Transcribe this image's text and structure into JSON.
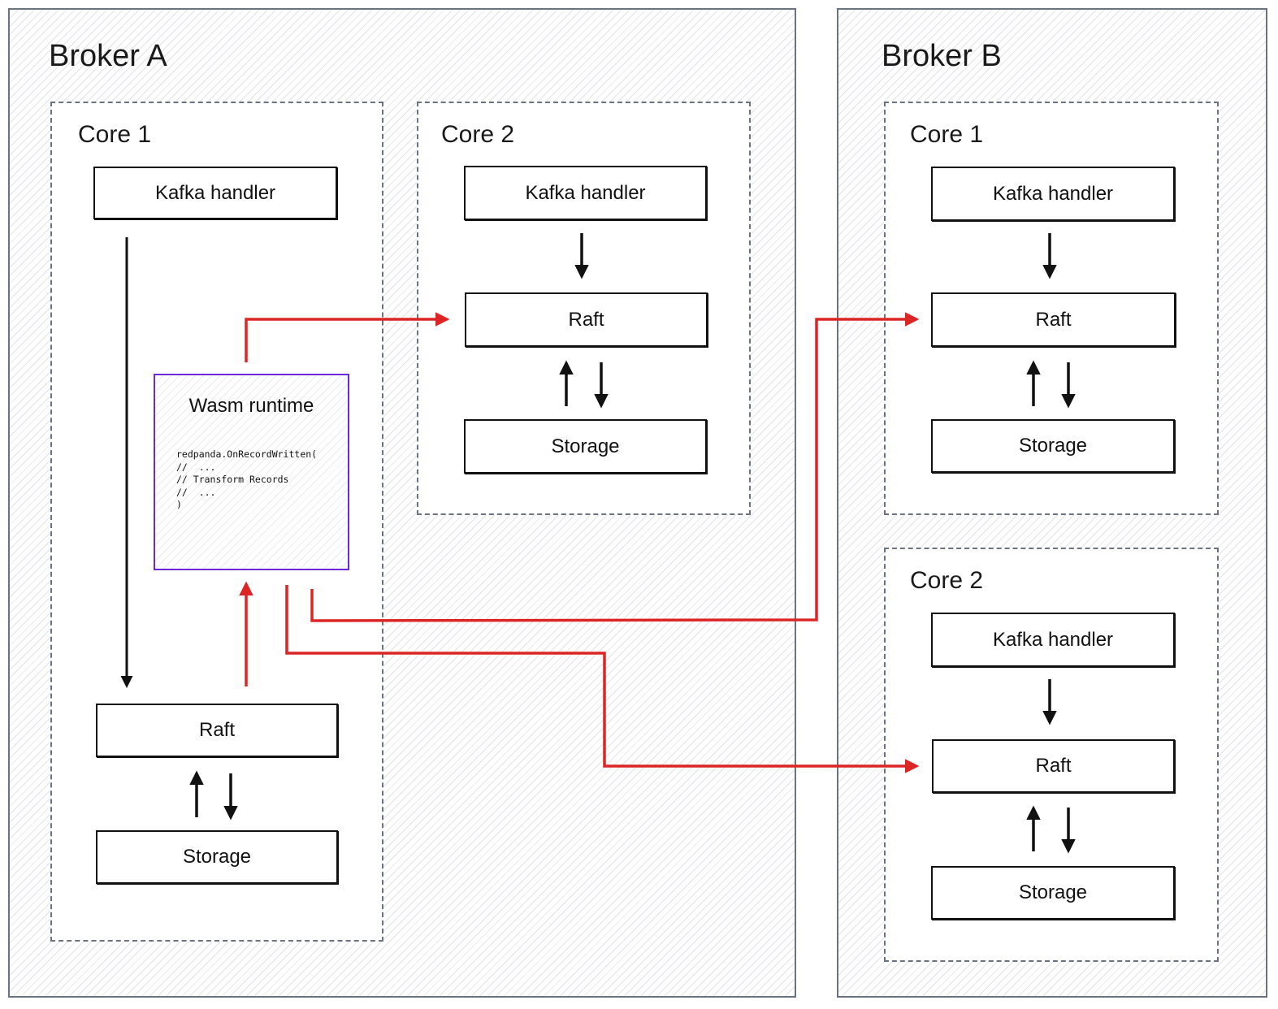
{
  "broker_a": {
    "title": "Broker A",
    "core1": {
      "title": "Core 1",
      "kafka_handler": "Kafka handler",
      "raft": "Raft",
      "storage": "Storage",
      "wasm": {
        "title": "Wasm runtime",
        "code_lines": [
          "redpanda.OnRecordWritten(",
          "//  ...",
          "// Transform Records",
          "//  ...",
          ")"
        ]
      }
    },
    "core2": {
      "title": "Core 2",
      "kafka_handler": "Kafka handler",
      "raft": "Raft",
      "storage": "Storage"
    }
  },
  "broker_b": {
    "title": "Broker B",
    "core1": {
      "title": "Core 1",
      "kafka_handler": "Kafka handler",
      "raft": "Raft",
      "storage": "Storage"
    },
    "core2": {
      "title": "Core 2",
      "kafka_handler": "Kafka handler",
      "raft": "Raft",
      "storage": "Storage"
    }
  },
  "colors": {
    "local_flow": "#111111",
    "transform_flow": "#dc2626",
    "wasm_border": "#6d28d9"
  }
}
